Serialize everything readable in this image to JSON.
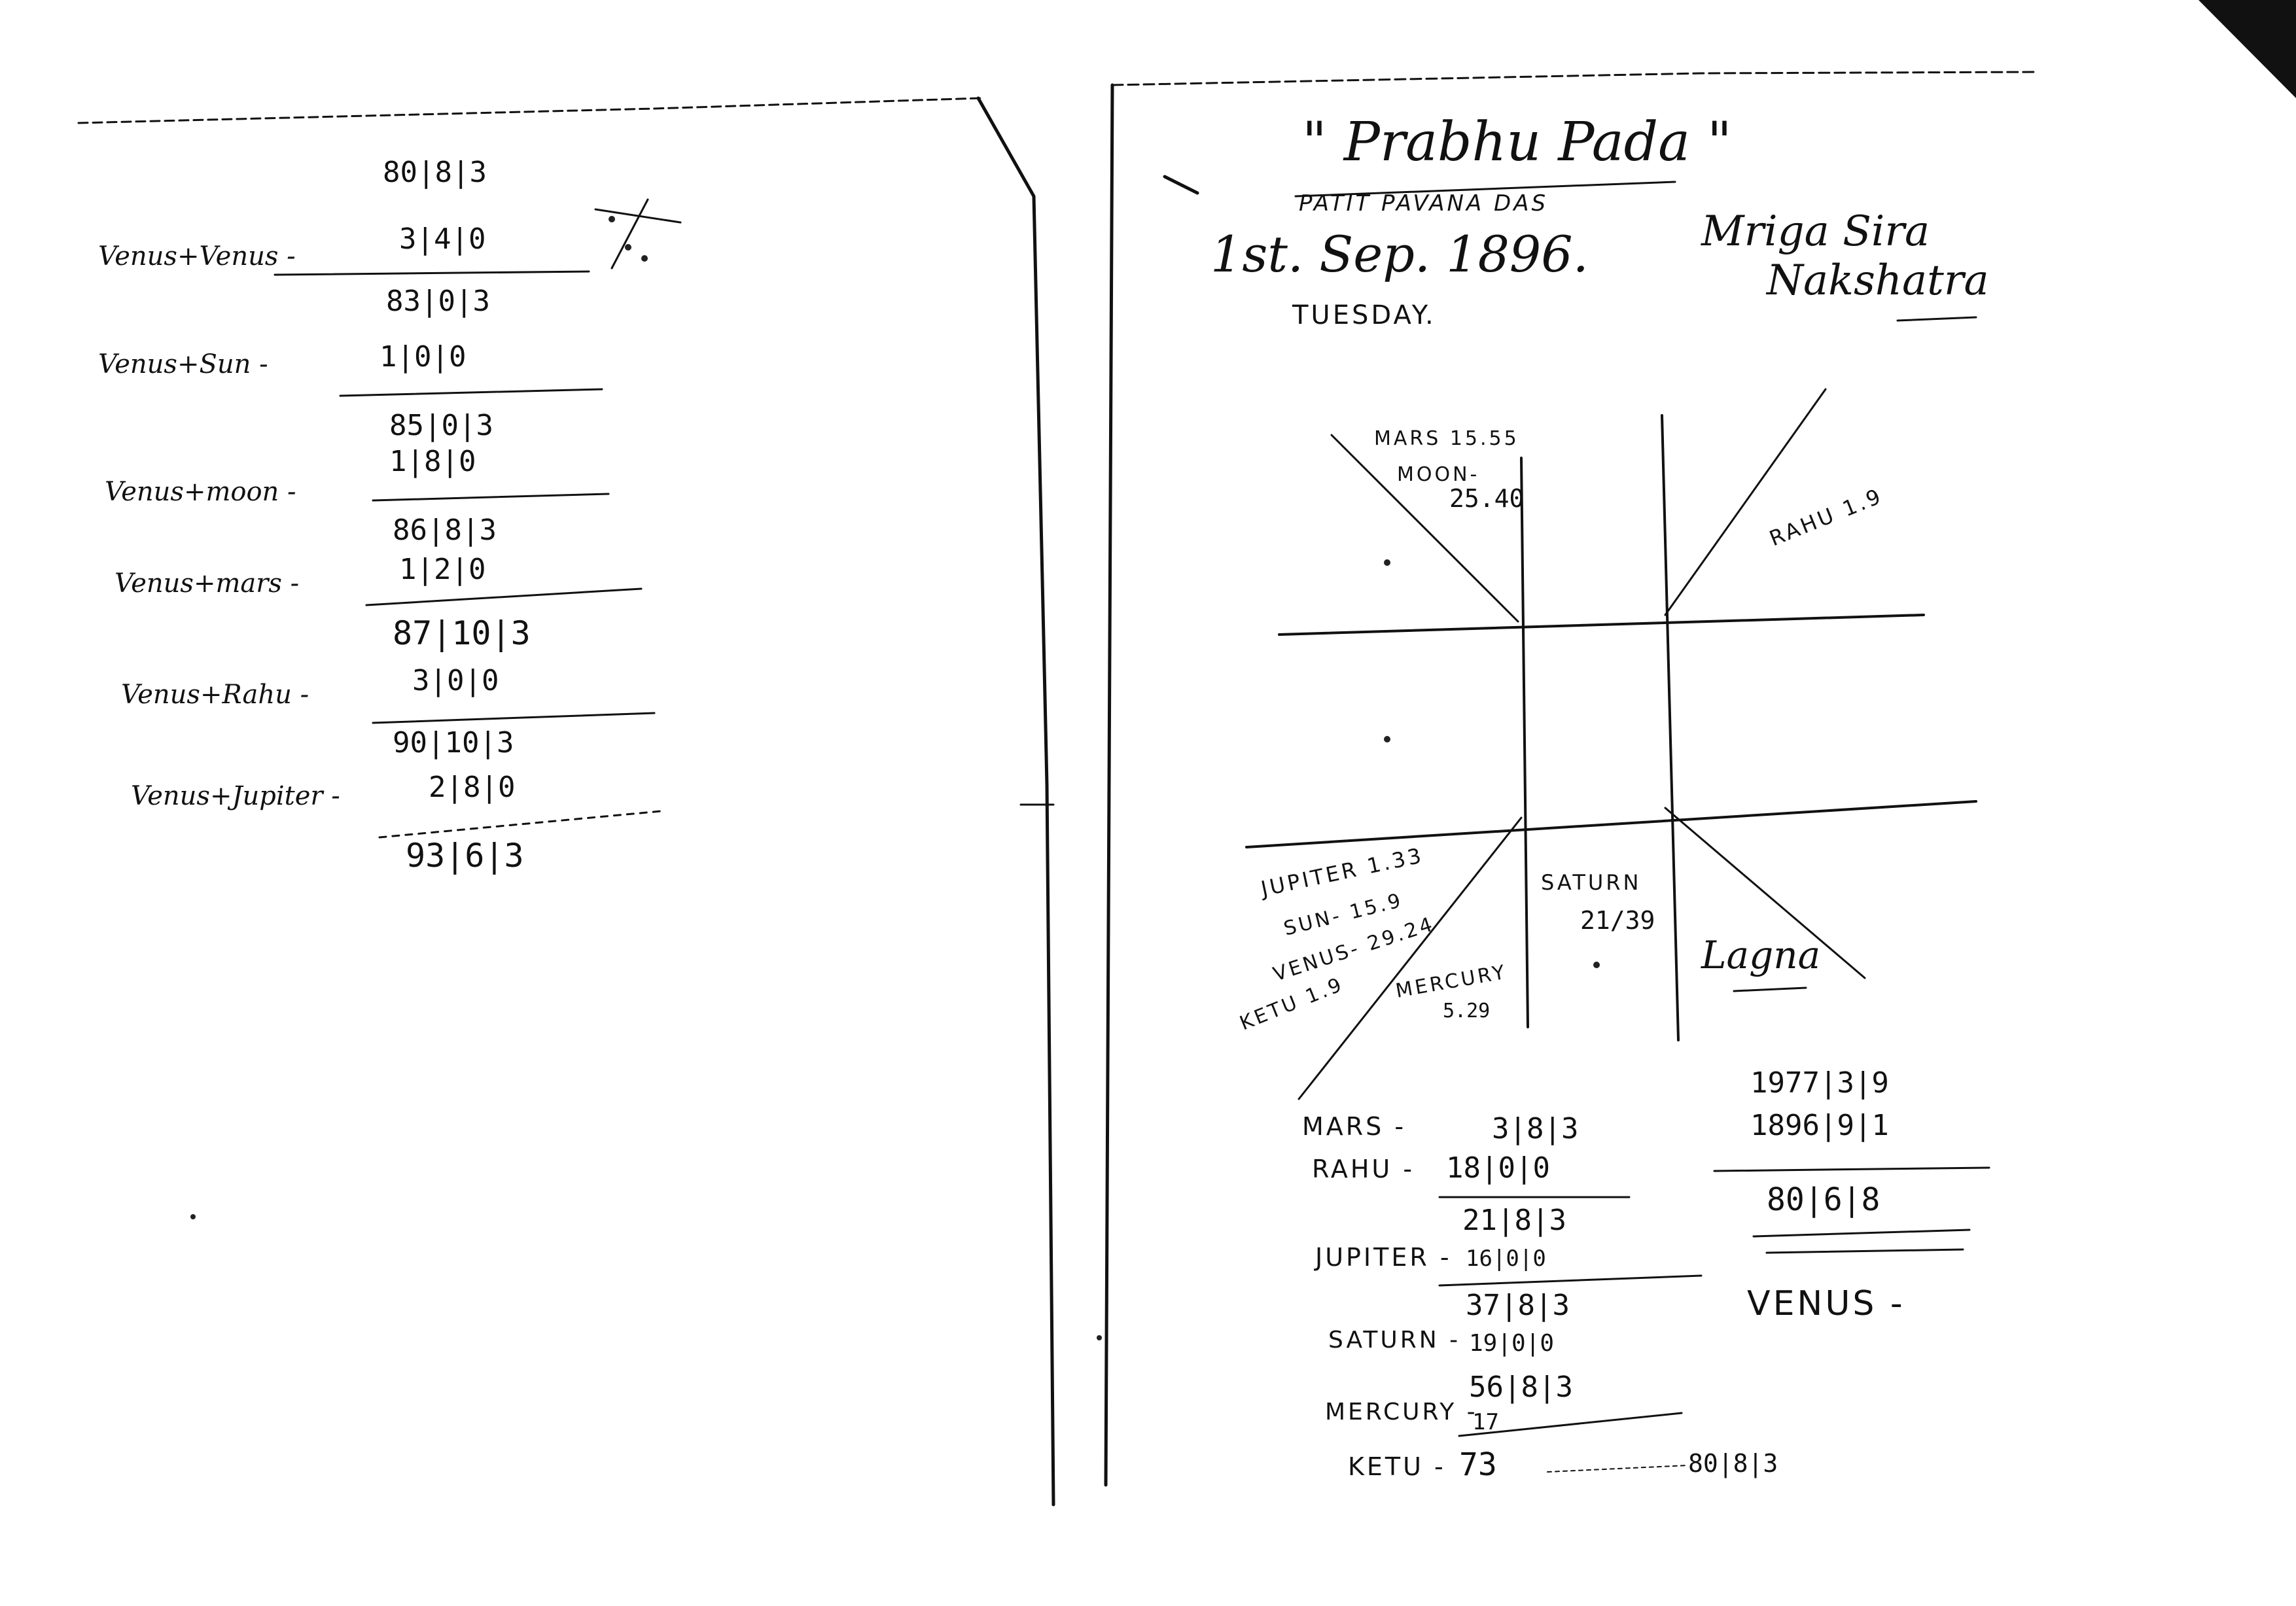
{
  "left_page": {
    "start_value": "80|8|3",
    "steps": [
      {
        "label": "Venus+Venus -",
        "value": "3|4|0",
        "result": "83|0|3"
      },
      {
        "label": "Venus+Sun -",
        "value": "1|0|0",
        "result": "85|0|3"
      },
      {
        "label": "",
        "value": "1|8|0",
        "result": ""
      },
      {
        "label": "Venus+moon -",
        "value": "",
        "result": "86|8|3"
      },
      {
        "label": "Venus+mars -",
        "value": "1|2|0",
        "result": "87|10|3"
      },
      {
        "label": "Venus+Rahu -",
        "value": "3|0|0",
        "result": "90|10|3"
      },
      {
        "label": "Venus+Jupiter -",
        "value": "2|8|0",
        "result": "93|6|3"
      }
    ]
  },
  "right_page": {
    "title": "\" Prabhu Pada \"",
    "name": "PATIT PAVANA DAS",
    "date": "1st. Sep. 1896.",
    "day": "TUESDAY.",
    "nakshatra_line1": "Mriga Sira",
    "nakshatra_line2": "Nakshatra",
    "chart": {
      "mars": "MARS 15.55",
      "moon": "MOON-",
      "moon_val": "25.40",
      "rahu": "RAHU 1.9",
      "jupiter": "JUPITER 1.33",
      "sun": "SUN- 15.9",
      "venus": "VENUS- 29.24",
      "ketu": "KETU 1.9",
      "saturn": "SATURN",
      "saturn_val": "21/39",
      "mercury": "MERCURY",
      "mercury_val": "5.29",
      "lagna": "Lagna"
    },
    "sums": [
      {
        "label": "MARS -",
        "value": "3|8|3"
      },
      {
        "label": "RAHU -",
        "value": "18|0|0"
      },
      {
        "label": "",
        "value": "21|8|3"
      },
      {
        "label": "JUPITER -",
        "value": "16|0|0"
      },
      {
        "label": "",
        "value": "37|8|3"
      },
      {
        "label": "SATURN -",
        "value": "19|0|0"
      },
      {
        "label": "",
        "value": "56|8|3"
      },
      {
        "label": "MERCURY -",
        "value": "17"
      },
      {
        "label": "KETU -",
        "value": "73",
        "tail": "80|8|3"
      }
    ],
    "date_calc": {
      "row1": "1977|3|9",
      "row2": "1896|9|1",
      "result": "80|6|8",
      "label": "VENUS -"
    }
  }
}
